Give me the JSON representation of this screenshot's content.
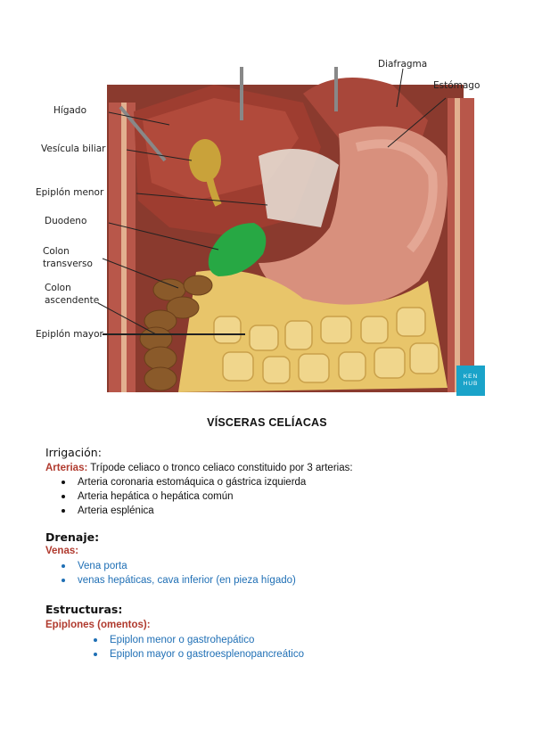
{
  "figure": {
    "labels": {
      "diafragma": "Diafragma",
      "estomago": "Estómago",
      "higado": "Hígado",
      "vesicula": "Vesícula biliar",
      "epiplon_menor": "Epiplón menor",
      "duodeno": "Duodeno",
      "colon_transverso_1": "Colon",
      "colon_transverso_2": "transverso",
      "colon_ascendente_1": "Colon",
      "colon_ascendente_2": "ascendente",
      "epiplon_mayor": "Epiplón mayor"
    },
    "brand_line1": "KEN",
    "brand_line2": "HUB",
    "colors": {
      "highlight": "#27a844",
      "organ": "#c97a6a",
      "fat": "#e8c56a"
    }
  },
  "doc": {
    "title": "VÍSCERAS CELÍACAS",
    "irrigacion": {
      "heading": "Irrigación:",
      "label": "Arterias:",
      "text": " Trípode celiaco o tronco celiaco constituido por 3 arterias:",
      "items": [
        "Arteria coronaria estomáquica o gástrica izquierda",
        "Arteria hepática o hepática común",
        "Arteria esplénica"
      ]
    },
    "drenaje": {
      "heading": "Drenaje:",
      "label": "Venas:",
      "items": [
        "Vena porta",
        "venas hepáticas, cava inferior (en pieza hígado)"
      ]
    },
    "estructuras": {
      "heading": "Estructuras:",
      "label": "Epiplones (omentos):",
      "items": [
        "Epiplon menor o gastrohepático",
        "Epiplon mayor o gastroesplenopancreático"
      ]
    }
  }
}
